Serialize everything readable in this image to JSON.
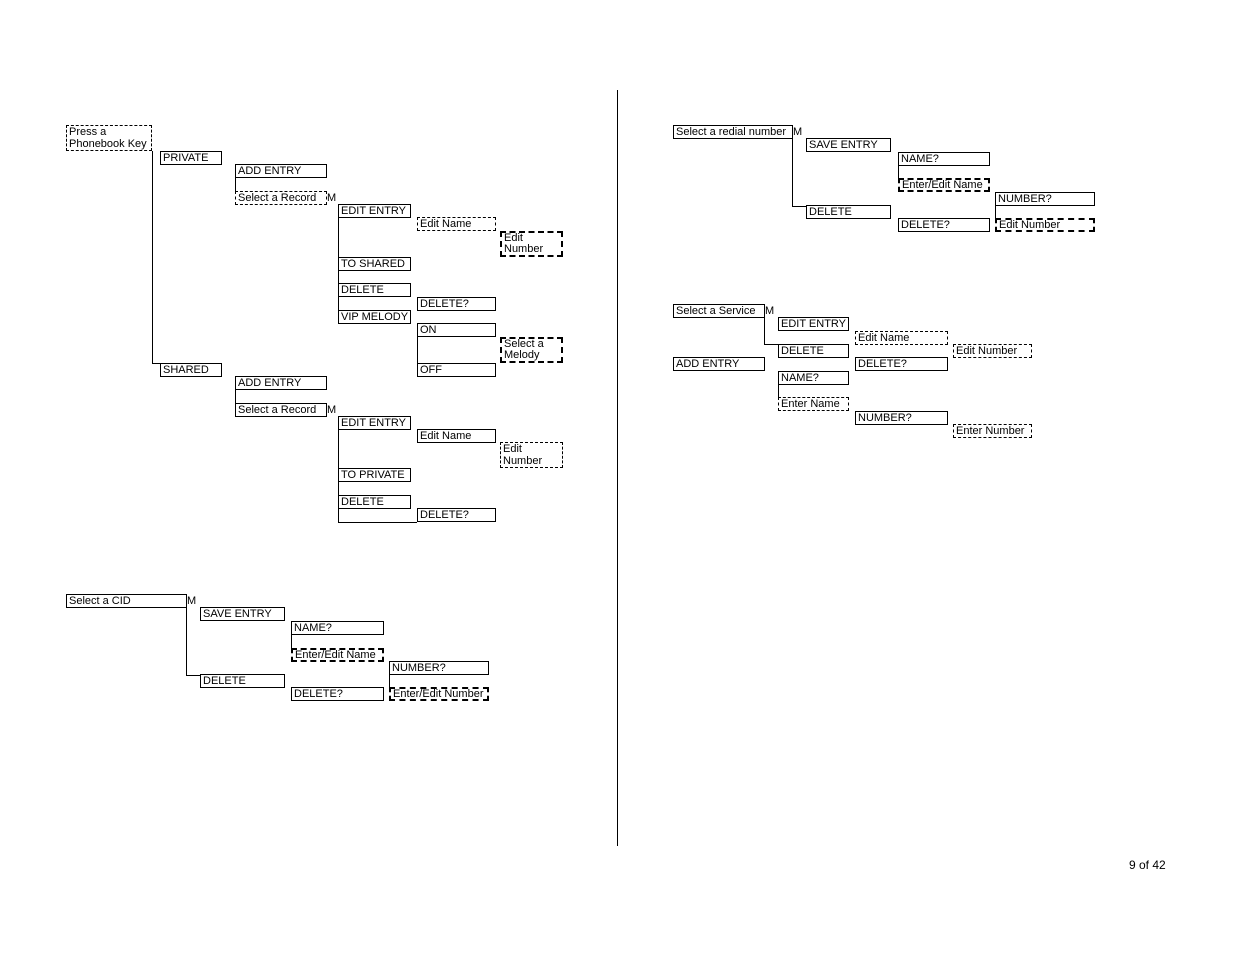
{
  "page_number": "9 of 42",
  "phonebook": {
    "root": "Press a Phonebook Key",
    "private": {
      "label": "PRIVATE",
      "add_entry": "ADD ENTRY",
      "select_record": "Select a Record",
      "m": "M",
      "edit_entry": "EDIT ENTRY",
      "edit_name": "Edit Name",
      "edit_number": "Edit Number",
      "to_shared": "TO SHARED",
      "delete": "DELETE",
      "delete_q": "DELETE?",
      "vip_melody": "VIP MELODY",
      "on": "ON",
      "select_melody": "Select a Melody",
      "off": "OFF"
    },
    "shared": {
      "label": "SHARED",
      "add_entry": "ADD ENTRY",
      "select_record": "Select a Record",
      "m": "M",
      "edit_entry": "EDIT ENTRY",
      "edit_name": "Edit Name",
      "edit_number": "Edit Number",
      "to_private": "TO PRIVATE",
      "delete": "DELETE",
      "delete_q": "DELETE?"
    }
  },
  "cid": {
    "root": "Select a CID",
    "m": "M",
    "save_entry": "SAVE ENTRY",
    "name_q": "NAME?",
    "enter_edit_name": "Enter/Edit Name",
    "number_q": "NUMBER?",
    "delete": "DELETE",
    "delete_q": "DELETE?",
    "enter_edit_number": "Enter/Edit Number"
  },
  "redial": {
    "root": "Select a redial number",
    "m": "M",
    "save_entry": "SAVE ENTRY",
    "name_q": "NAME?",
    "enter_edit_name": "Enter/Edit Name",
    "number_q": "NUMBER?",
    "delete": "DELETE",
    "delete_q": "DELETE?",
    "edit_number": "Edit Number"
  },
  "service": {
    "root": "Select a Service",
    "m": "M",
    "edit_entry": "EDIT ENTRY",
    "edit_name": "Edit Name",
    "delete": "DELETE",
    "edit_number": "Edit Number",
    "add_entry": "ADD ENTRY",
    "delete_q": "DELETE?",
    "name_q": "NAME?",
    "enter_name": "Enter Name",
    "number_q": "NUMBER?",
    "enter_number": "Enter Number"
  }
}
